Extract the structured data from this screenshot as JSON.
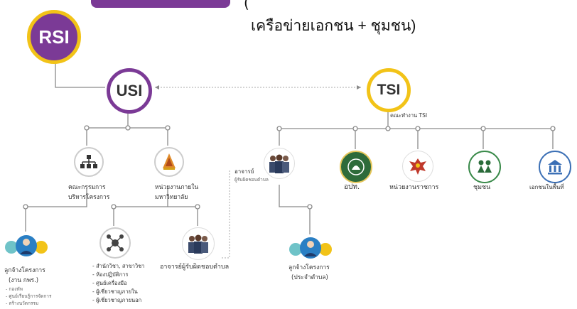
{
  "header": {
    "title_line": "เครือข่ายเอกชน + ชุมชน)",
    "title_prefix": "("
  },
  "nodes": {
    "rsi": "RSI",
    "usi": "USI",
    "tsi": "TSI",
    "tsi_caption": "คณะทำงาน TSI",
    "committee": [
      "คณะกรรมการ",
      "บริหารโครงการ"
    ],
    "internal_unit": [
      "หน่วยงานภายใน",
      "มหาวิทยาลัย"
    ],
    "professor_top": "อาจารย์",
    "professor_top_sub": "ผู้รับผิดชอบตำบล",
    "opt": "อปท.",
    "gov": "หน่วยงานราชการ",
    "community": "ชุมชน",
    "private": "เอกชนในพื้นที่",
    "professor_bottom": "อาจารย์ผู้รับผิดชอบตำบล",
    "employee_left": [
      "ลูกจ้างโครงการ",
      "(งาน กพร.)"
    ],
    "employee_left_items": [
      "- กองทัพ",
      "- ศูนย์เรียนรู้การจัดการ",
      "- สร้างนวัตกรรม"
    ],
    "unit_list": [
      "- สำนักวิชา, สาขาวิชา",
      "- ห้องปฏิบัติการ",
      "- ศูนย์เครื่องมือ",
      "- ผู้เชี่ยวชาญภายใน",
      "- ผู้เชี่ยวชาญภายนอก"
    ],
    "employee_right": [
      "ลูกจ้างโครงการ",
      "(ประจำตำบล)"
    ]
  },
  "colors": {
    "rsi_purple": "#7b3a96",
    "rsi_ring": "#f2c318",
    "usi_ring": "#7b3a96",
    "tsi_ring": "#f2c318",
    "line": "#8a8a8a"
  }
}
